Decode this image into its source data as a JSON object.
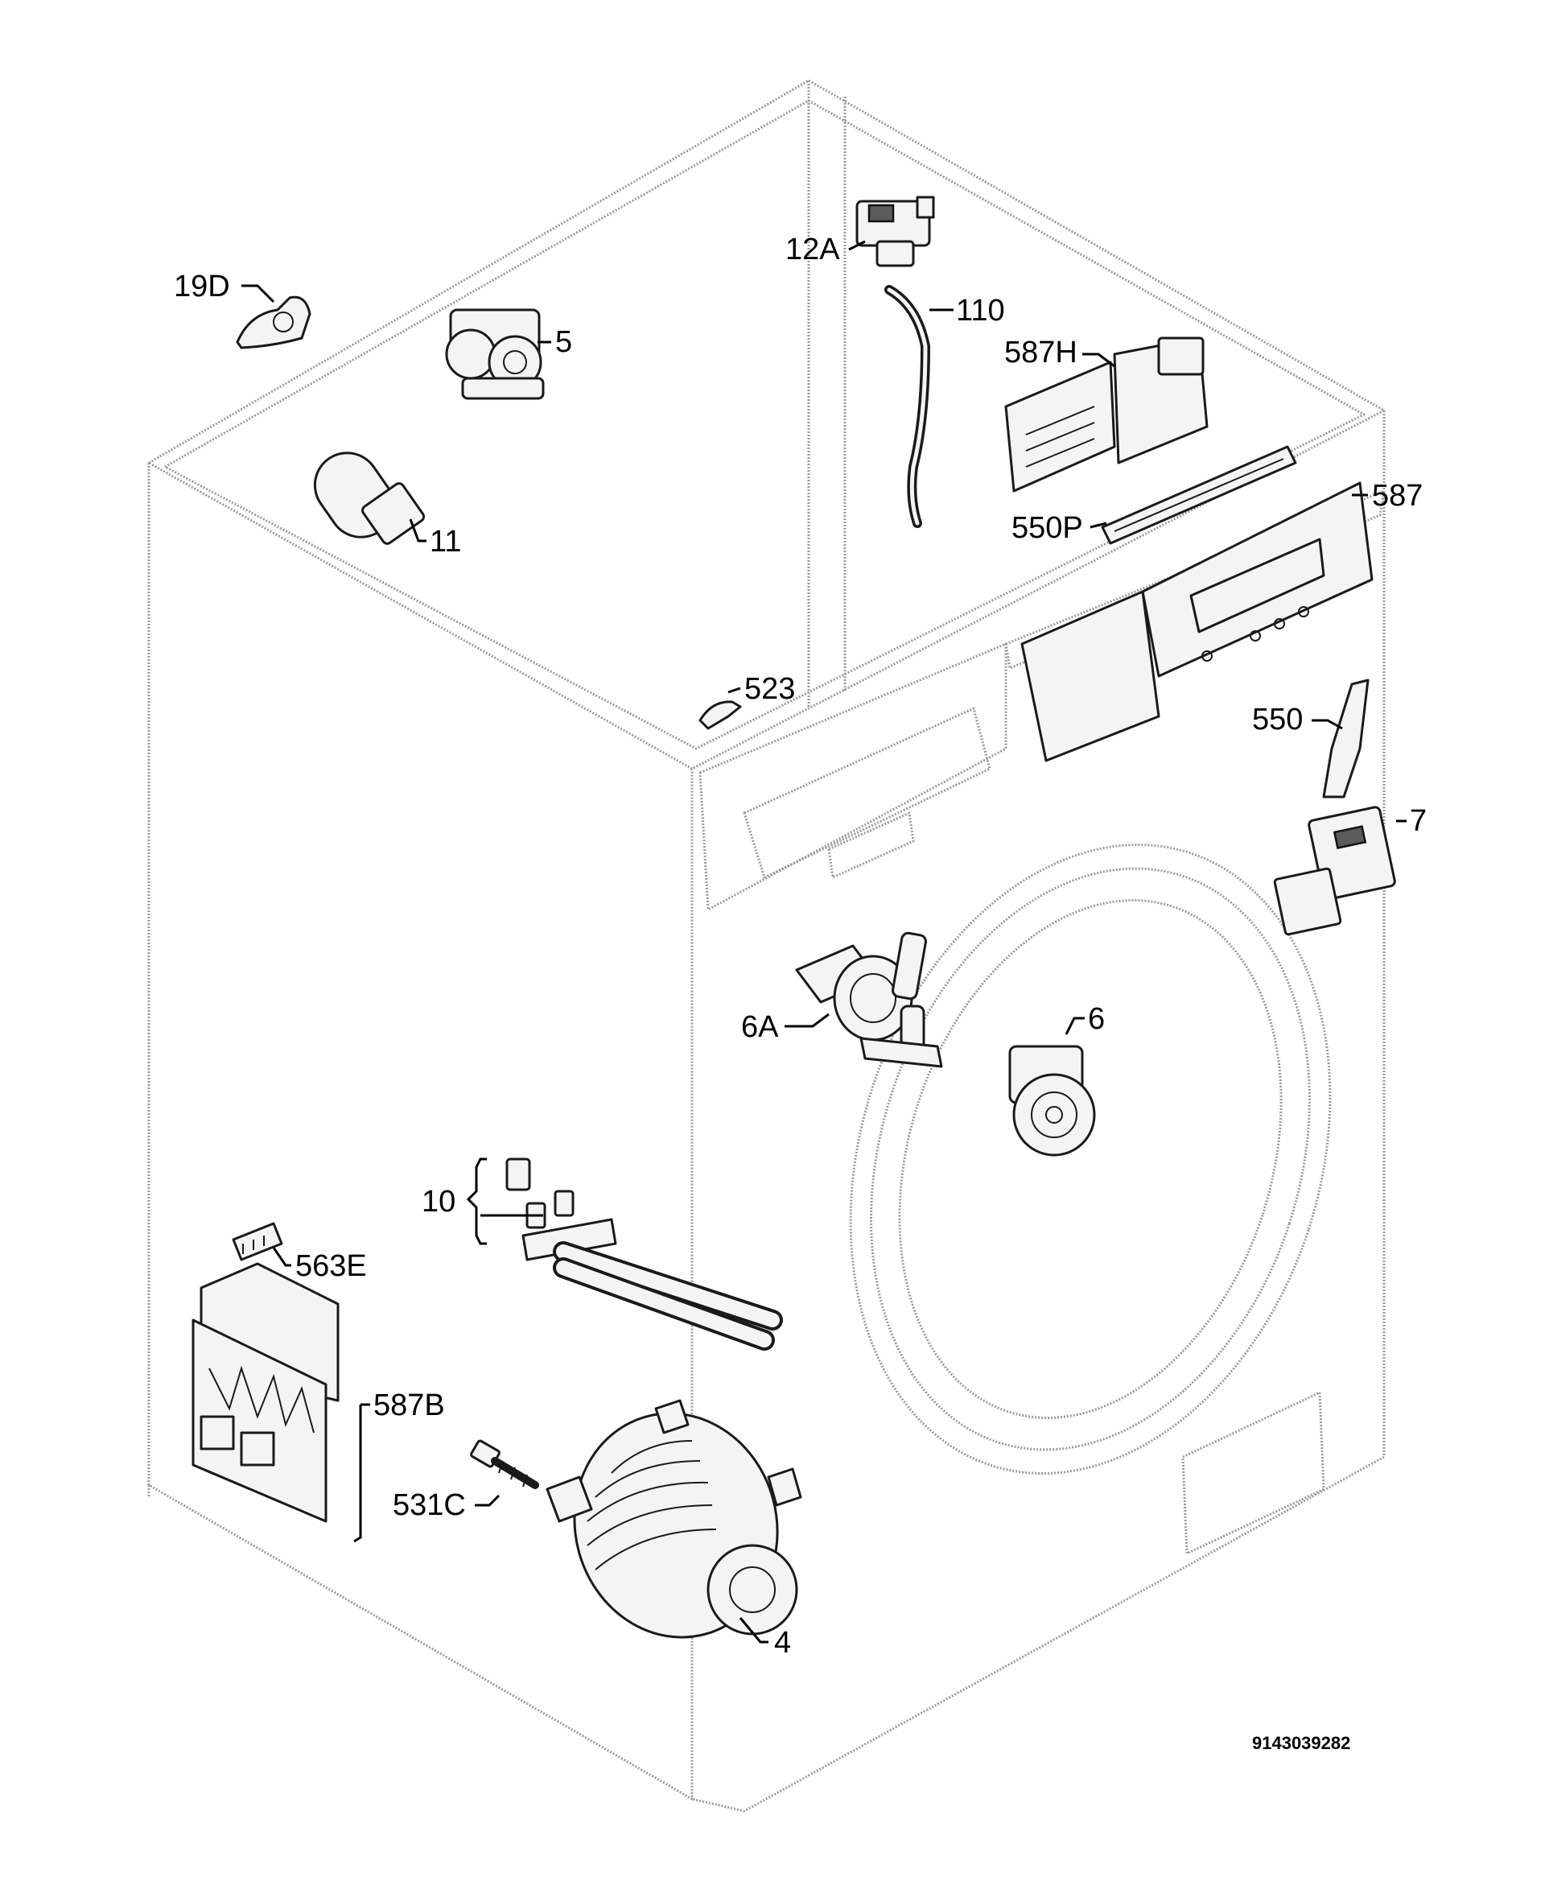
{
  "callouts": {
    "p19D": "19D",
    "p5": "5",
    "p11": "11",
    "p12A": "12A",
    "p110": "110",
    "p587H": "587H",
    "p550P": "550P",
    "p587": "587",
    "p523": "523",
    "p550": "550",
    "p7": "7",
    "p6A": "6A",
    "p6": "6",
    "p10": "10",
    "p563E": "563E",
    "p587B": "587B",
    "p531C": "531C",
    "p4": "4"
  },
  "document_number": "9143039282"
}
